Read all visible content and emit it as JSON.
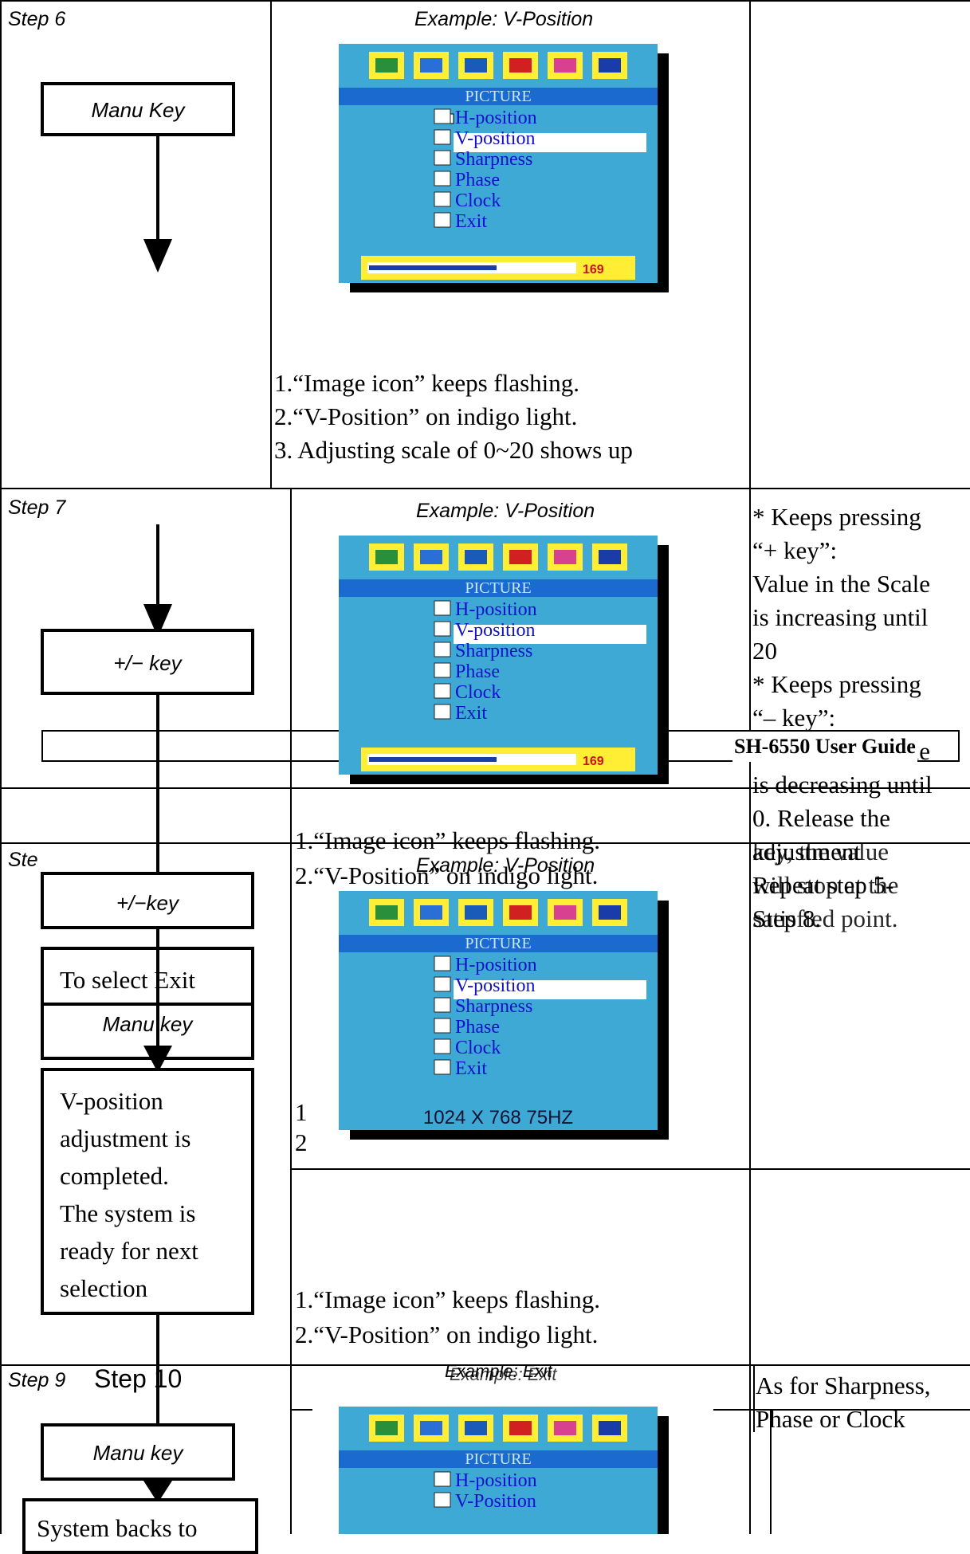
{
  "steps": {
    "step6": "Step 6",
    "step7": "Step 7",
    "step8_fragment": "Ste",
    "step9": "Step 9",
    "step10": "Step 10"
  },
  "examples": {
    "v_position": "Example: V-Position",
    "exit": "Example: Exit"
  },
  "keys": {
    "menu_key_1": "Manu Key",
    "plus_minus_key": "+/− key",
    "plus_minus_key_2": "+/−key",
    "menu_key_2": "Manu key",
    "menu_key_3": "Manu key"
  },
  "osd": {
    "title": "PICTURE",
    "items": [
      "H-position",
      "V-position",
      "Sharpness",
      "Phase",
      "Clock",
      "Exit"
    ],
    "items_alt": [
      "H-position",
      "V-Position"
    ],
    "bar_value": "169",
    "bar_fill_fraction": 0.55,
    "resolution": "1024 X 768 75HZ"
  },
  "notes": {
    "step6": [
      "1.“Image icon” keeps flashing.",
      "2.“V-Position” on indigo light.",
      "3.  Adjusting scale of 0~20 shows up"
    ],
    "step7": [
      "1.“Image icon” keeps flashing.",
      "2.“V-Position” on indigo light."
    ],
    "step8_partial": [
      "1",
      "2"
    ],
    "step8": [
      "1.“Image icon” keeps flashing.",
      "2.“V-Position” on indigo light."
    ]
  },
  "right": {
    "step7_lines": [
      "* Keeps pressing",
      "“+ key”:",
      "Value in the Scale",
      "is increasing until",
      "20",
      "* Keeps pressing",
      "“– key”:",
      "Value in the Scale",
      "is decreasing until",
      "0.   Release the",
      "adjustment",
      "Repeat step 5-",
      "Step 8."
    ],
    "step7_overlay": [
      "key, the value",
      "will stop at the",
      "satisfied point."
    ],
    "footer": "SH-6550 User Guide",
    "step9_lines": [
      "As for Sharpness,",
      "Phase or Clock"
    ]
  },
  "step8_boxes": {
    "select_exit": "To select Exit",
    "completed_lines": [
      "V-position",
      "adjustment is",
      "completed.",
      "The system is",
      "ready for next",
      "selection"
    ],
    "system_backs": "System backs to"
  }
}
